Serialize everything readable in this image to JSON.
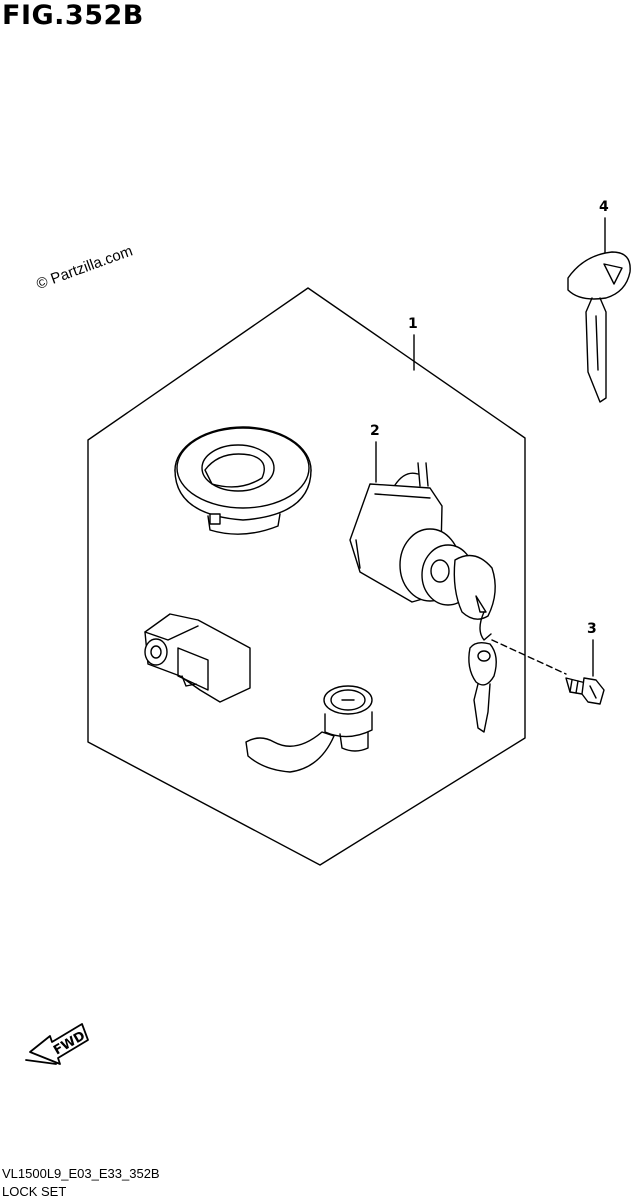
{
  "figure": {
    "title": "FIG.352B"
  },
  "watermark": {
    "text": "© Partzilla.com"
  },
  "callouts": [
    {
      "id": "1",
      "label": "1"
    },
    {
      "id": "2",
      "label": "2"
    },
    {
      "id": "3",
      "label": "3"
    },
    {
      "id": "4",
      "label": "4"
    }
  ],
  "direction_arrow": {
    "label": "FWD"
  },
  "footer": {
    "code": "VL1500L9_E03_E33_352B",
    "name": "LOCK SET"
  },
  "colors": {
    "line": "#000000",
    "background": "#ffffff"
  }
}
